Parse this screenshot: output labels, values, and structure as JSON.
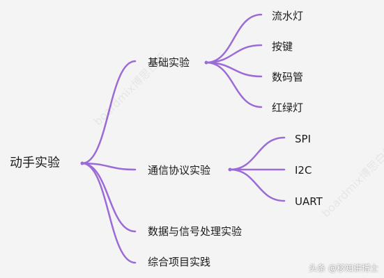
{
  "diagram": {
    "type": "mind-map",
    "link_color": "#9b6bd6",
    "root": "动手实验",
    "branches": [
      {
        "label": "基础实验",
        "children": [
          "流水灯",
          "按键",
          "数码管",
          "红绿灯"
        ]
      },
      {
        "label": "通信协议实验",
        "children": [
          "SPI",
          "I2C",
          "UART"
        ]
      },
      {
        "label": "数据与信号处理实验",
        "children": []
      },
      {
        "label": "综合项目实践",
        "children": []
      }
    ]
  },
  "watermark": "boardmix博思白板",
  "footer": "头条 @移知讲博士"
}
